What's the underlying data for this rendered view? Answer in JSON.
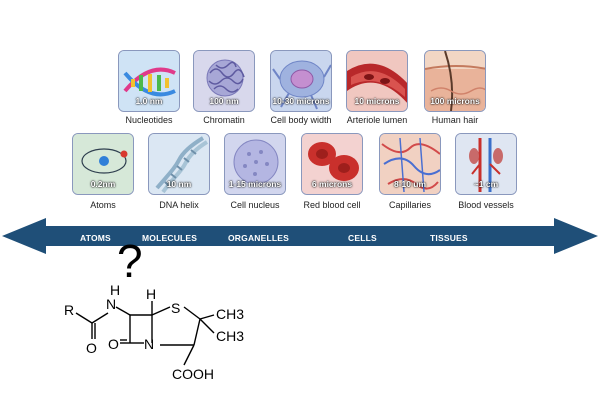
{
  "top_row": [
    {
      "id": "nucleotides",
      "label": "Nucleotides",
      "size": "1.0 nm",
      "icon": "nucleotide-icon",
      "bg": "#cfe3f5"
    },
    {
      "id": "chromatin",
      "label": "Chromatin",
      "size": "100 nm",
      "icon": "chromatin-icon",
      "bg": "#d8d8ec"
    },
    {
      "id": "cell-body-width",
      "label": "Cell body width",
      "size": "10-30 microns",
      "icon": "cell-body-icon",
      "bg": "#c9d6ee"
    },
    {
      "id": "arteriole-lumen",
      "label": "Arteriole lumen",
      "size": "10 microns",
      "icon": "arteriole-icon",
      "bg": "#f0c7c0"
    },
    {
      "id": "human-hair",
      "label": "Human hair",
      "size": "100 microns",
      "icon": "hair-icon",
      "bg": "#f2d6c4"
    }
  ],
  "bottom_row": [
    {
      "id": "atoms",
      "label": "Atoms",
      "size": "0.2nm",
      "icon": "atom-icon",
      "bg": "#d6e8d8"
    },
    {
      "id": "dna-helix",
      "label": "DNA helix",
      "size": "10 nm",
      "icon": "dna-helix-icon",
      "bg": "#dbe7f3"
    },
    {
      "id": "cell-nucleus",
      "label": "Cell nucleus",
      "size": "1-15 microns",
      "icon": "cell-nucleus-icon",
      "bg": "#d2d6ee"
    },
    {
      "id": "red-blood-cell",
      "label": "Red blood cell",
      "size": "6 microns",
      "icon": "red-blood-cell-icon",
      "bg": "#f3d2d0"
    },
    {
      "id": "capillaries",
      "label": "Capillaries",
      "size": "8-10 um",
      "icon": "capillary-icon",
      "bg": "#f1d1c2"
    },
    {
      "id": "blood-vessels",
      "label": "Blood vessels",
      "size": "~1 cm",
      "icon": "blood-vessel-icon",
      "bg": "#dfe6f2"
    }
  ],
  "scale_arrow": {
    "color": "#1f4f78",
    "labels": [
      "ATOMS",
      "MOLECULES",
      "ORGANELLES",
      "CELLS",
      "TISSUES"
    ]
  },
  "question_mark": "?",
  "molecule": {
    "atoms": [
      "R",
      "N",
      "H",
      "H",
      "S",
      "CH3",
      "CH3",
      "O",
      "N",
      "O",
      "COOH"
    ]
  }
}
